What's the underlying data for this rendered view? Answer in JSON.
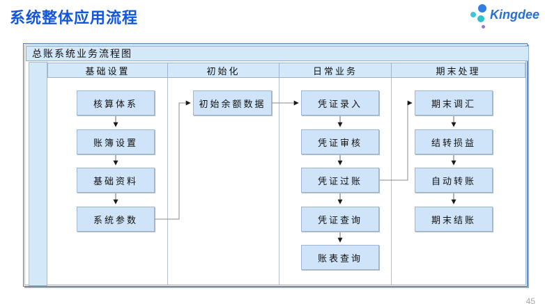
{
  "slide": {
    "title": "系统整体应用流程",
    "page_number": "45"
  },
  "logo": {
    "brand": "Kingdee"
  },
  "flowchart": {
    "window_title": "总账系统业务流程图",
    "columns": [
      {
        "header": "基础设置",
        "steps": [
          "核算体系",
          "账簿设置",
          "基础资料",
          "系统参数"
        ]
      },
      {
        "header": "初始化",
        "steps": [
          "初始余额数据"
        ]
      },
      {
        "header": "日常业务",
        "steps": [
          "凭证录入",
          "凭证审核",
          "凭证过账",
          "凭证查询",
          "账表查询"
        ]
      },
      {
        "header": "期末处理",
        "steps": [
          "期末调汇",
          "结转损益",
          "自动转账",
          "期末结账"
        ]
      }
    ],
    "connections": [
      "系统参数 → 初始余额数据",
      "初始余额数据 → 凭证录入",
      "凭证过账 → 期末调汇"
    ],
    "colors": {
      "title_text": "#1356dd",
      "brand_text": "#2a6ed8",
      "panel_fill": "#d3e8f9",
      "box_fill": "#cfe4f8",
      "box_border": "#9db6d4"
    }
  }
}
